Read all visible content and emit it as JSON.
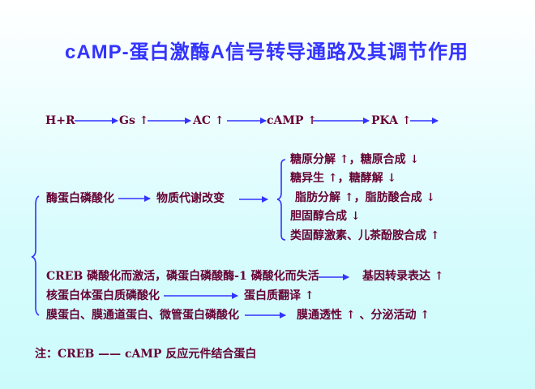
{
  "title": "cAMP-蛋白激酶A信号转导通路及其调节作用",
  "pathway": [
    "H+R",
    "Gs ↑",
    "AC ↑",
    "cAMP ↑",
    "PKA ↑"
  ],
  "metabolic": {
    "cause": "酶蛋白磷酸化",
    "effect": "物质代谢改变",
    "outcomes": [
      "糖原分解 ↑，糖原合成 ↓",
      "糖异生 ↑，糖酵解 ↓",
      "脂肪分解 ↑，脂肪酸合成 ↓",
      "胆固醇合成 ↓",
      "类固醇激素、儿茶酚胺合成 ↑"
    ]
  },
  "other_effects": [
    {
      "cause": "CREB 磷酸化而激活，磷蛋白磷酸酶-1 磷酸化而失活",
      "effect": "基因转录表达 ↑"
    },
    {
      "cause": "核蛋白体蛋白质磷酸化",
      "effect": "蛋白质翻译 ↑"
    },
    {
      "cause": "膜蛋白、膜通道蛋白、微管蛋白磷酸化",
      "effect": "膜通透性 ↑ 、分泌活动 ↑"
    }
  ],
  "note": "注：CREB —— cAMP 反应元件结合蛋白",
  "colors": {
    "title": "#3333ff",
    "text": "#660033",
    "arrow": "#3333ff"
  }
}
